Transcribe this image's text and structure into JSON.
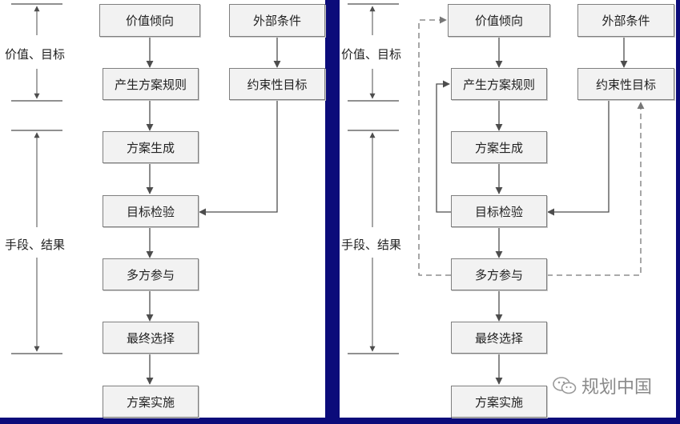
{
  "left_panel": {
    "nodes": {
      "value": "价值倾向",
      "external": "外部条件",
      "rules": "产生方案规则",
      "constraint": "约束性目标",
      "generate": "方案生成",
      "check": "目标检验",
      "participate": "多方参与",
      "select": "最终选择",
      "implement": "方案实施"
    },
    "side_labels": {
      "value_goal": "价值、目标",
      "means_result": "手段、结果"
    }
  },
  "right_panel": {
    "nodes": {
      "value": "价值倾向",
      "external": "外部条件",
      "rules": "产生方案规则",
      "constraint": "约束性目标",
      "generate": "方案生成",
      "check": "目标检验",
      "participate": "多方参与",
      "select": "最终选择",
      "implement": "方案实施"
    },
    "side_labels": {
      "value_goal": "价值、目标",
      "means_result": "手段、结果"
    }
  },
  "watermark": {
    "text": "规划中国"
  },
  "colors": {
    "background": "#0b0b7a",
    "panel": "#ffffff",
    "node_fill": "#f2f2f2",
    "node_border": "#7f7f7f",
    "line": "#4d4d4d",
    "dashed_line": "#777777"
  }
}
